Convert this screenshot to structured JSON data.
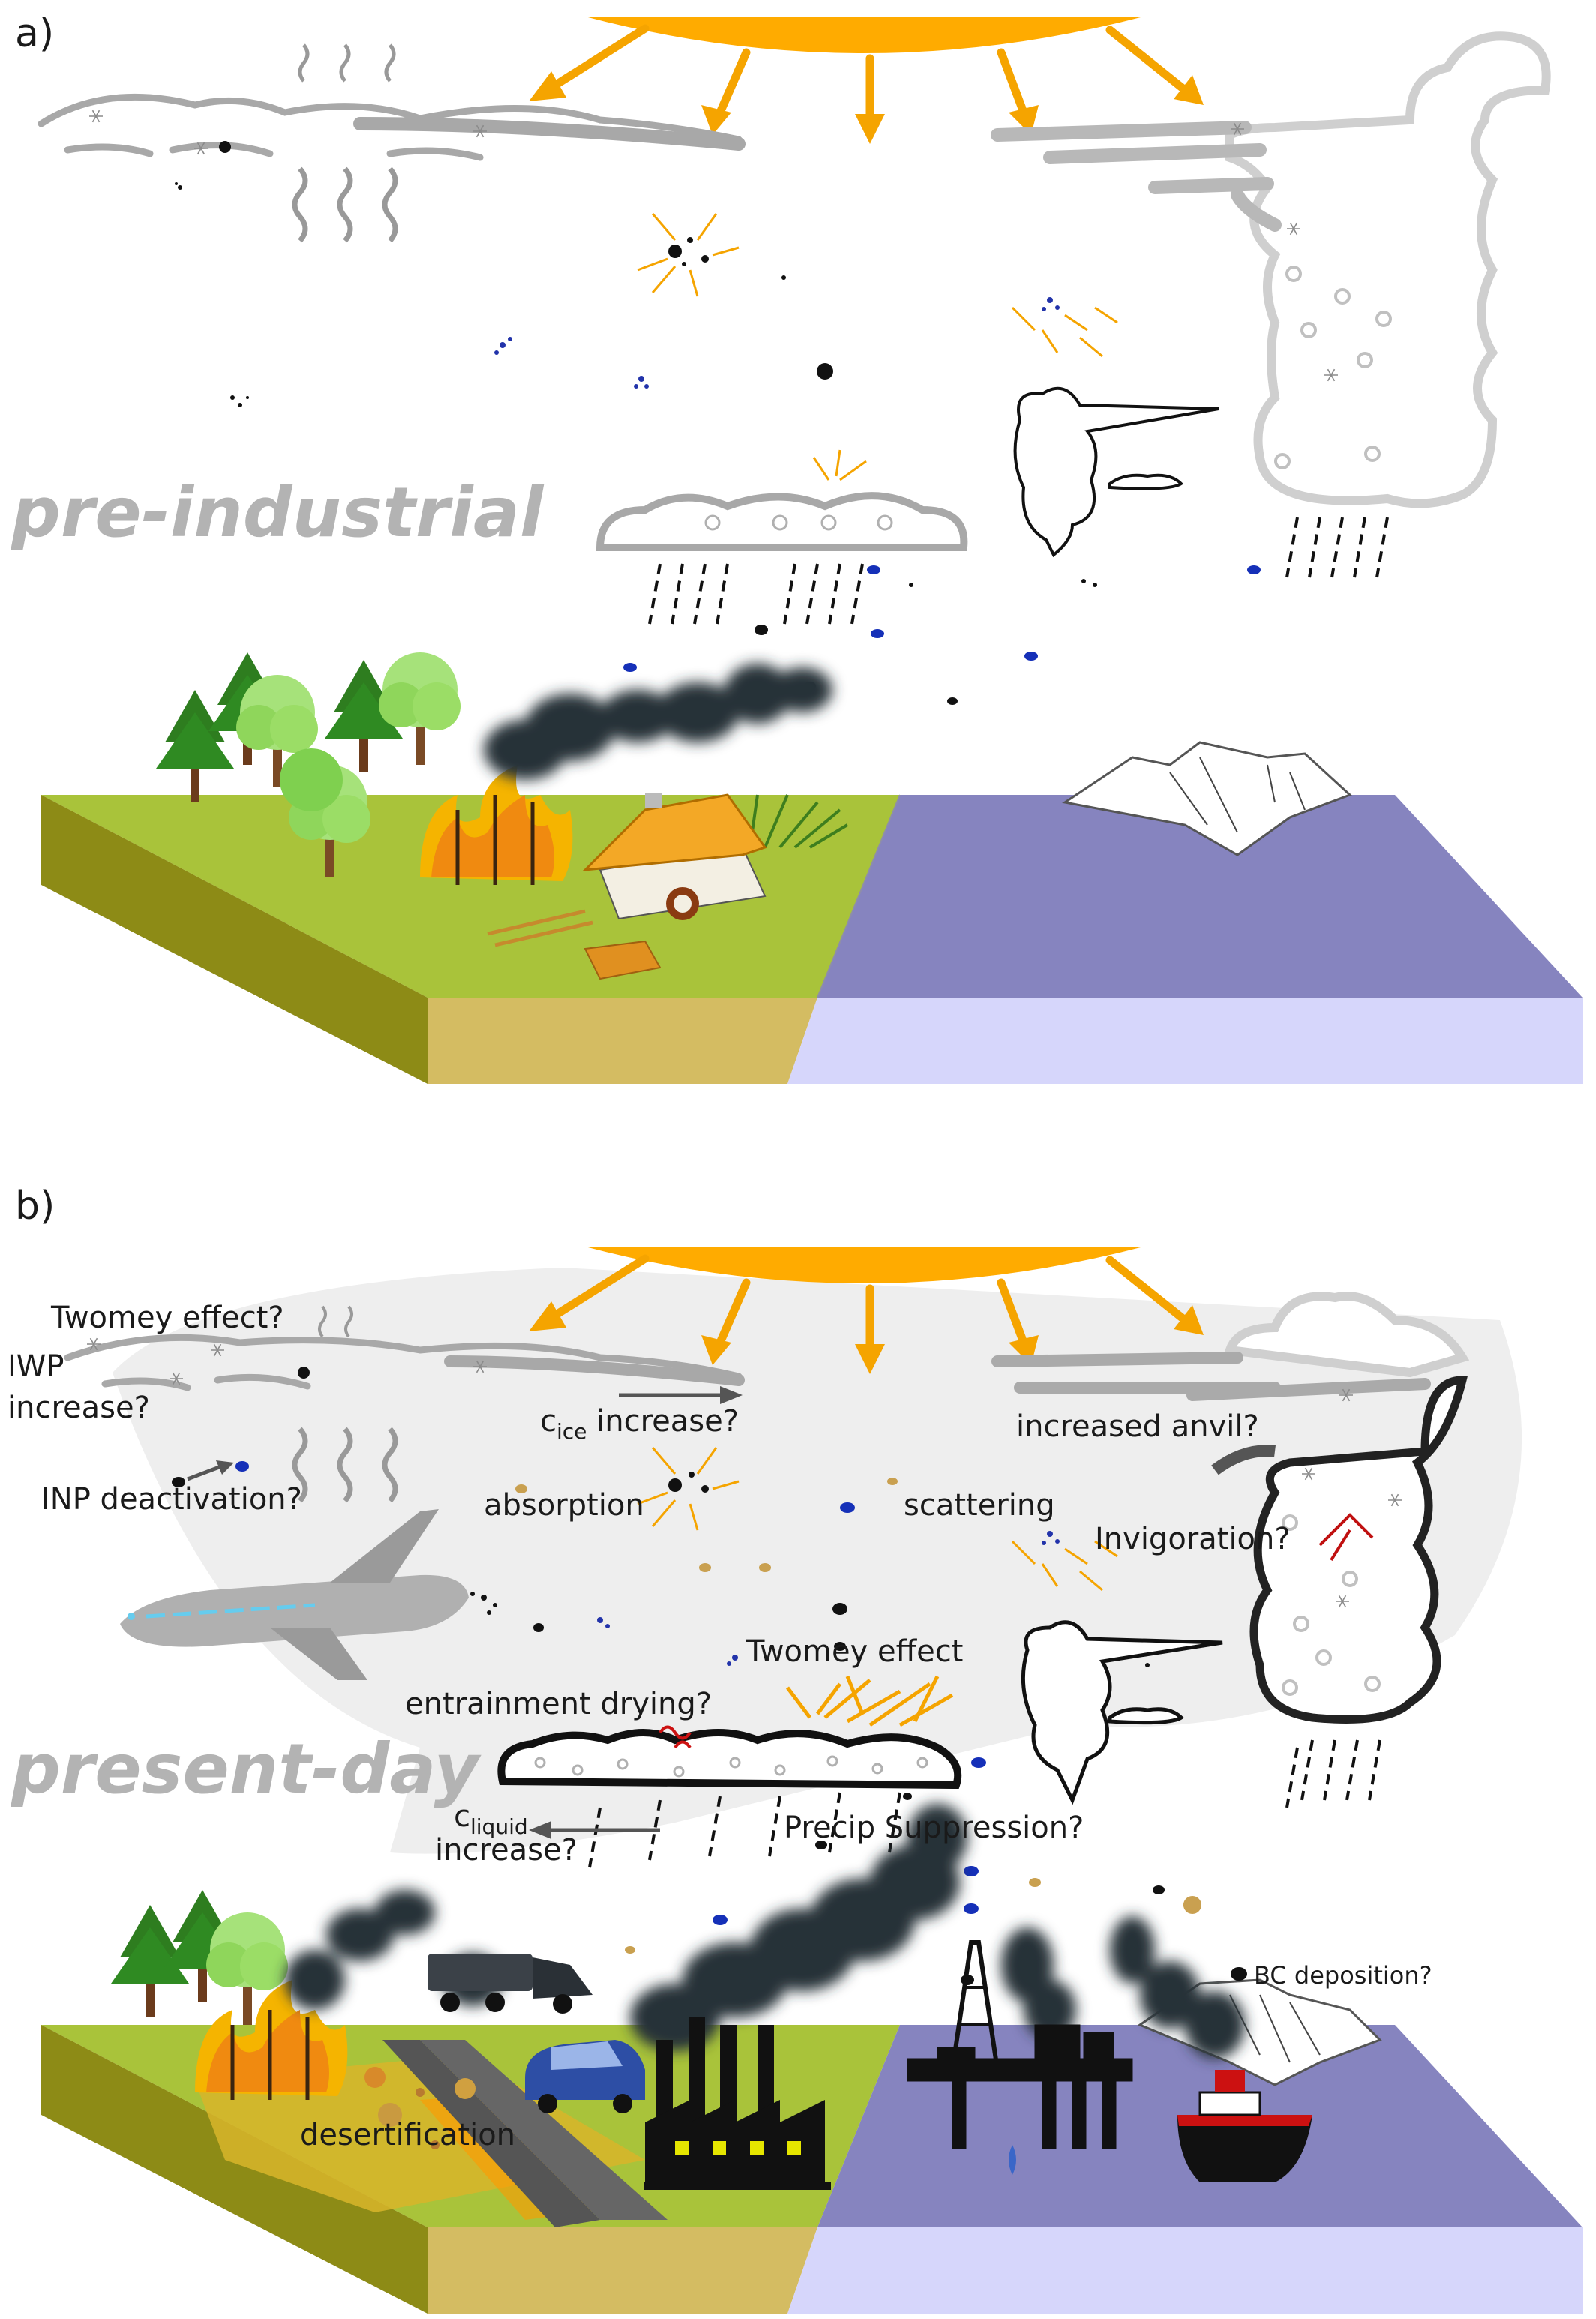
{
  "panels": {
    "a": {
      "tag": "a)",
      "era": "pre-industrial"
    },
    "b": {
      "tag": "b)",
      "era": "present-day",
      "labels": {
        "twomey_q": "Twomey effect?",
        "iwp_1": "IWP",
        "iwp_2": "increase?",
        "cice_c": "c",
        "cice_sub": "ice",
        "cice_rest": " increase?",
        "anvil": "increased anvil?",
        "inp": "INP deactivation?",
        "absorption": "absorption",
        "scattering": "scattering",
        "invigoration": "Invigoration?",
        "twomey": "Twomey effect",
        "entrainment": "entrainment drying?",
        "cliq_c": "c",
        "cliq_sub": "liquid",
        "cliq_2": "increase?",
        "precip": "Precip Suppression?",
        "bc": "BC deposition?",
        "desert": "desertification"
      }
    }
  },
  "colors": {
    "sun": "#ffab00",
    "arrow": "#f5a400",
    "land_top": "#a9c33a",
    "land_front": "#d4bc62",
    "land_side": "#8d8b16",
    "sea_top": "#8684bf",
    "sea_front": "#d6d6fb",
    "cloud_grey": "#a8a8a8",
    "smoke": "#263238",
    "haze": "#eeeeee",
    "label_grey": "#b3b3b3"
  },
  "icons": [
    "sun",
    "snowflake-icon",
    "airplane-icon",
    "factory-icon",
    "oil-rig-icon",
    "ship-icon",
    "truck-icon",
    "car-icon",
    "house-icon",
    "tree-icon",
    "fire-icon",
    "mountain-icon"
  ]
}
